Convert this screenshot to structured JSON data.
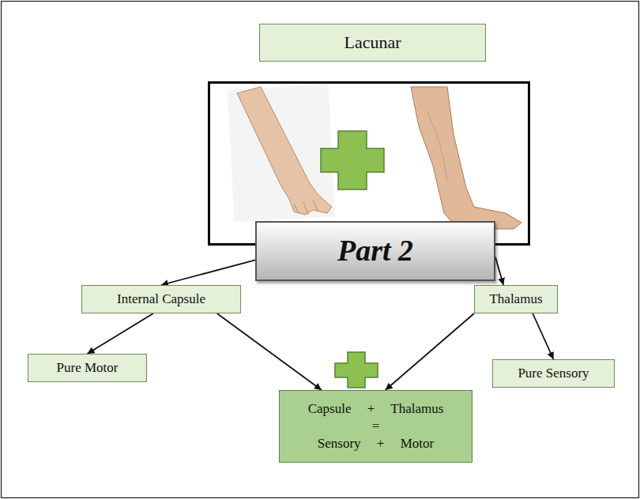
{
  "diagram": {
    "nodes": [
      {
        "text": [
          "Lacunar"
        ]
      },
      {
        "text": [
          "Part 2"
        ]
      },
      {
        "text": [
          "Internal Capsule"
        ]
      },
      {
        "text": [
          "Thalamus"
        ]
      },
      {
        "text": [
          "Pure Motor"
        ]
      },
      {
        "text": [
          "Pure Sensory"
        ]
      },
      {
        "text": [
          "Capsule + Thalamus",
          "=",
          "Sensory + Motor"
        ]
      }
    ],
    "edges": [
      {
        "from": 1,
        "to": 2,
        "arrow": "to"
      },
      {
        "from": 1,
        "to": 3,
        "arrow": "to"
      },
      {
        "from": 2,
        "to": 4,
        "arrow": "to"
      },
      {
        "from": 2,
        "to": 6,
        "arrow": "to"
      },
      {
        "from": 3,
        "to": 6,
        "arrow": "to"
      },
      {
        "from": 3,
        "to": 5,
        "arrow": "to"
      }
    ]
  }
}
